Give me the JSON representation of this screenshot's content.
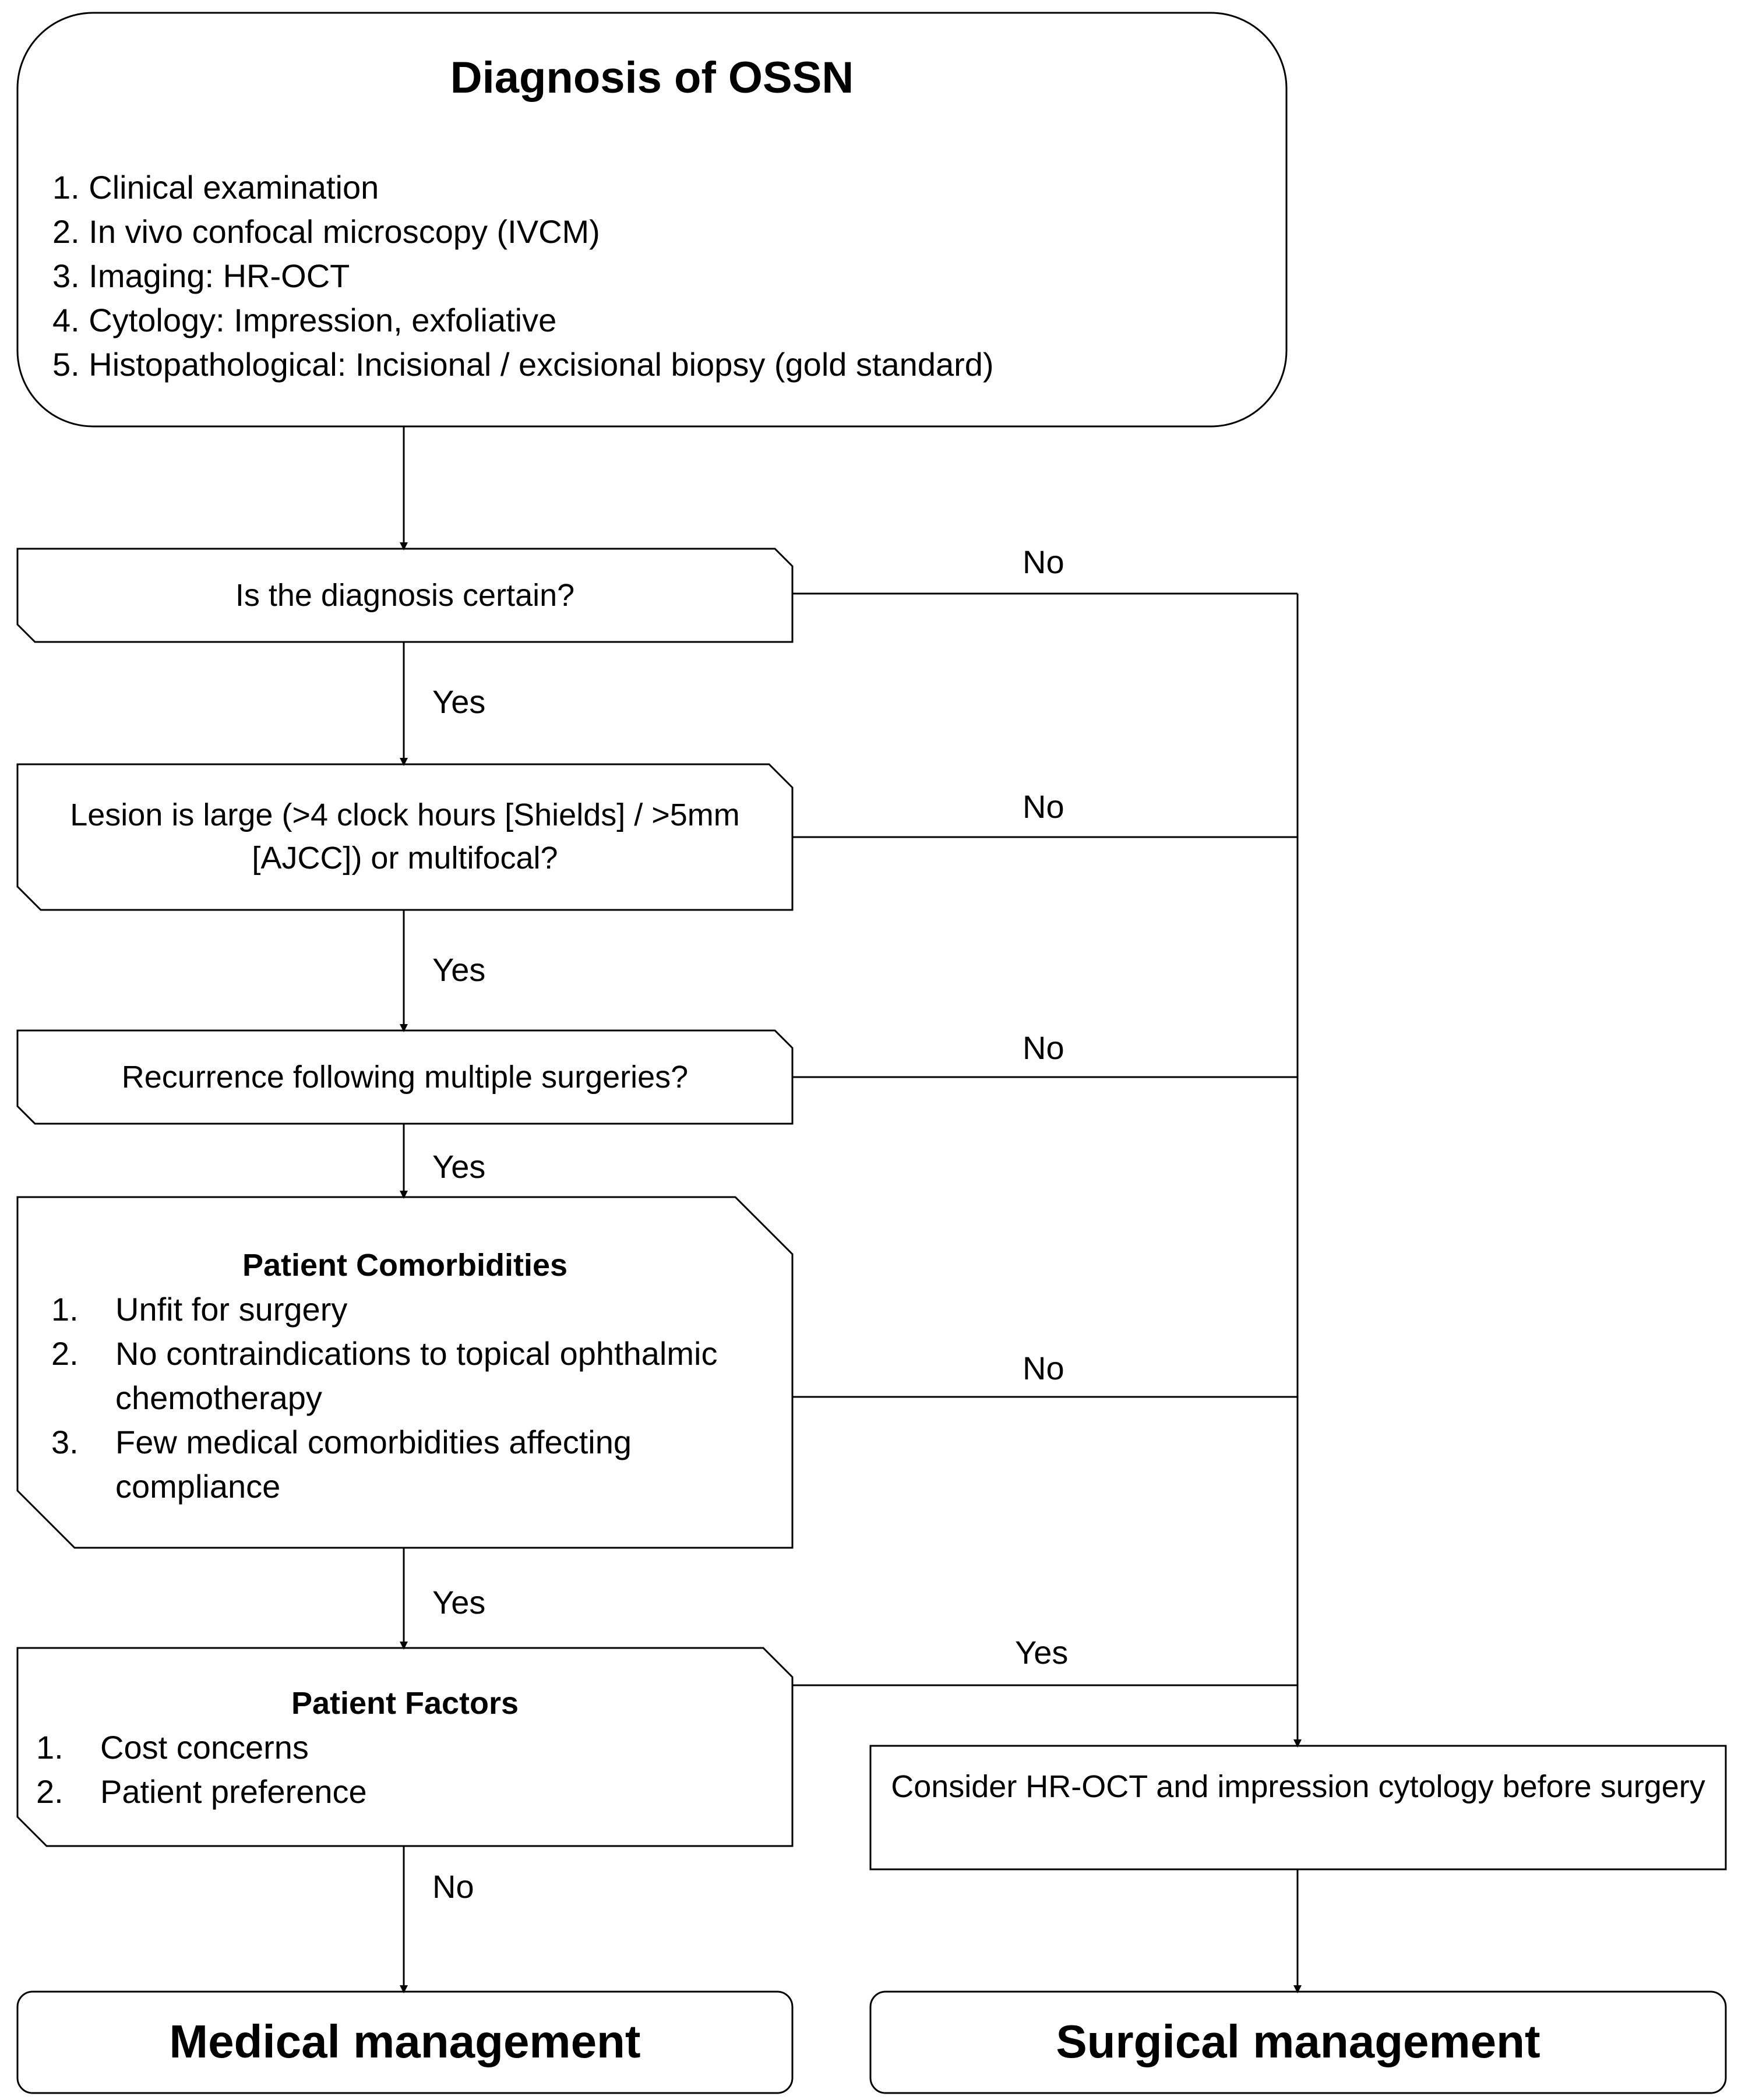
{
  "diagnosis": {
    "title": "Diagnosis of OSSN",
    "items": [
      "1. Clinical examination",
      "2. In vivo confocal microscopy (IVCM)",
      "3. Imaging: HR-OCT",
      "4. Cytology: Impression, exfoliative",
      "5. Histopathological: Incisional / excisional biopsy (gold standard)"
    ]
  },
  "questions": {
    "q1": "Is the diagnosis certain?",
    "q2": "Lesion is large (>4 clock hours [Shields] / >5mm [AJCC]) or multifocal?",
    "q3": "Recurrence following multiple surgeries?"
  },
  "comorbidities": {
    "title": "Patient Comorbidities",
    "items": [
      {
        "num": "1.",
        "text": "Unfit for surgery"
      },
      {
        "num": "2.",
        "text": "No contraindications to topical ophthalmic chemotherapy"
      },
      {
        "num": "3.",
        "text": "Few medical comorbidities affecting compliance"
      }
    ]
  },
  "factors": {
    "title": "Patient Factors",
    "items": [
      {
        "num": "1.",
        "text": "Cost concerns"
      },
      {
        "num": "2.",
        "text": "Patient preference"
      }
    ]
  },
  "consider": "Consider HR-OCT and impression cytology before surgery",
  "outcomes": {
    "medical": "Medical management",
    "surgical": "Surgical management"
  },
  "edges": {
    "yes": "Yes",
    "no": "No"
  }
}
